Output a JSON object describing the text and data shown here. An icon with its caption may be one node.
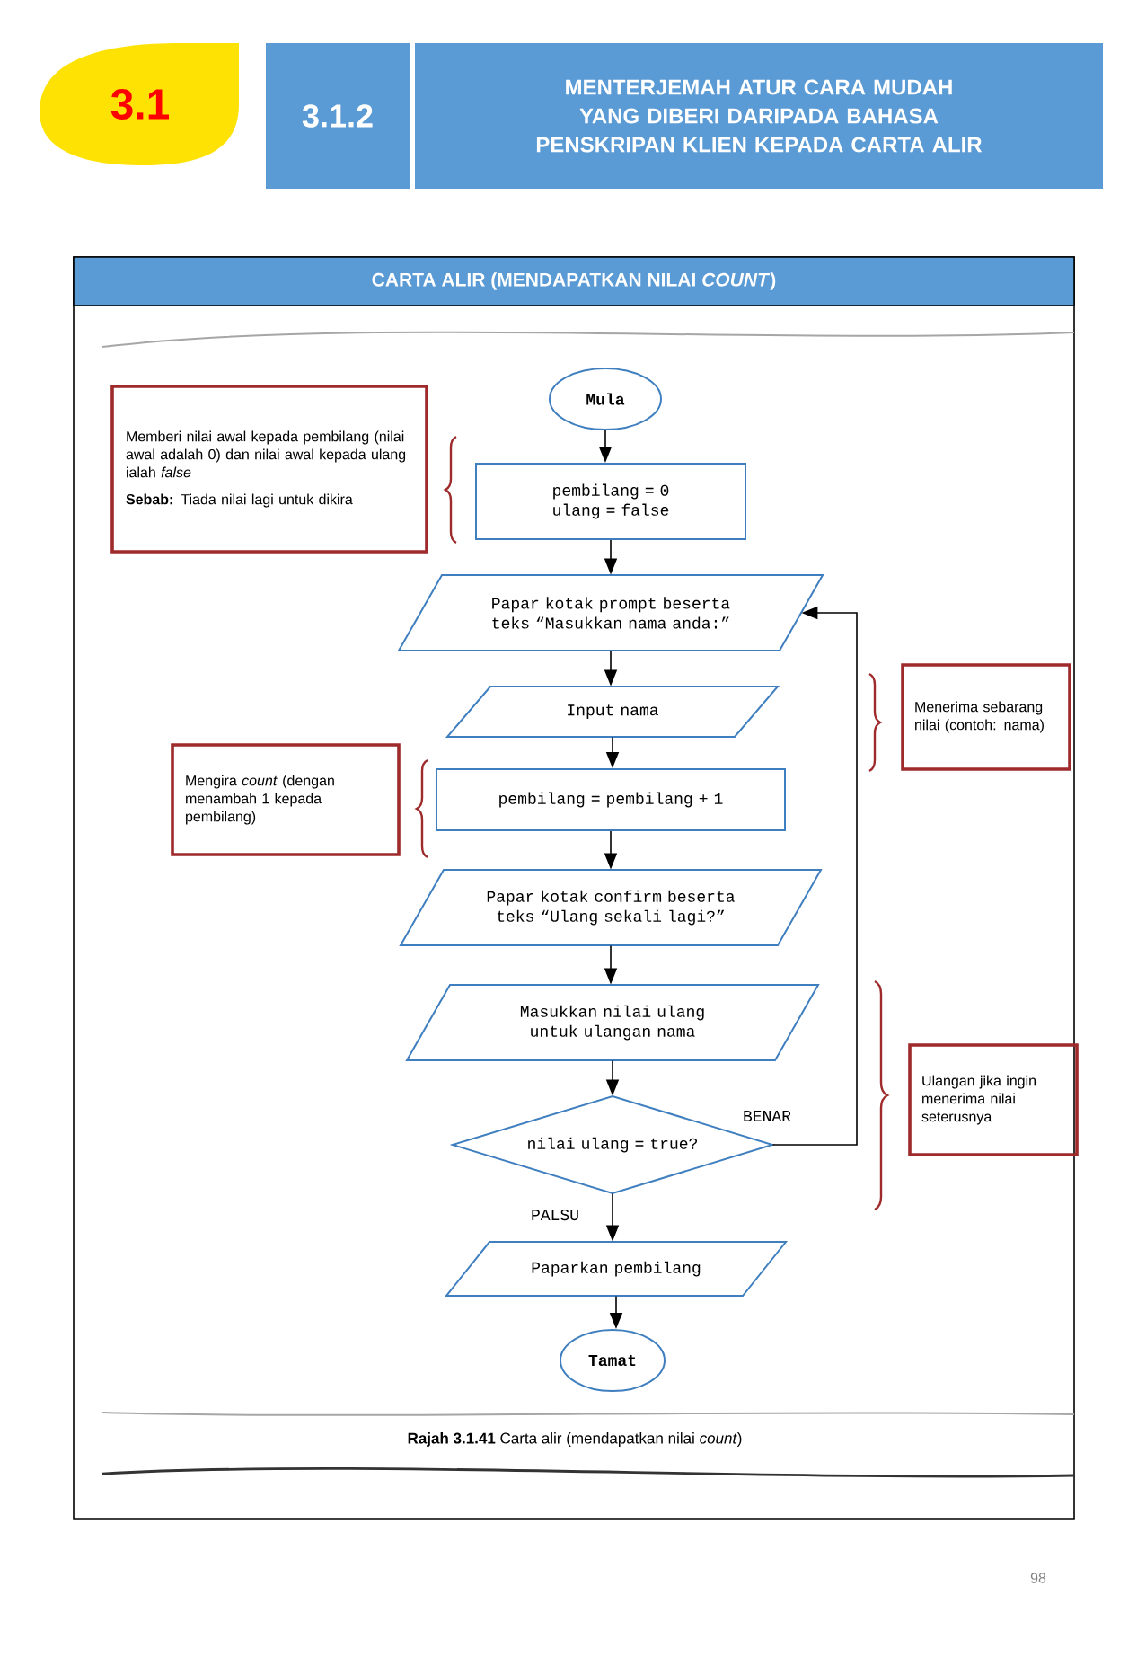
{
  "diagram": {
    "title": "MENTERJEMAH ATUR CARA MUDAH YANG DIBERI DARIPADA BAHASA PENSKRIPAN KLIEN KEPADA CARTA ALIR",
    "caption": "**Rajah 3.1.41** Carta alir (mendapatkan nilai *count*)",
    "nodes": [
      {
        "text": [
          "3.1"
        ]
      },
      {
        "text": [
          "3.1.2"
        ]
      },
      {
        "text": [
          "CARTA ALIR (MENDAPATKAN NILAI *COUNT*)"
        ]
      },
      {
        "text": [
          "Mula"
        ]
      },
      {
        "text": [
          "pembilang = 0 ulang = false"
        ]
      },
      {
        "text": [
          "Papar kotak prompt beserta teks “Masukkan nama anda:”"
        ]
      },
      {
        "text": [
          "Input nama"
        ]
      },
      {
        "text": [
          "pembilang = pembilang + 1"
        ]
      },
      {
        "text": [
          "Papar kotak confirm beserta teks “Ulang sekali lagi?”"
        ]
      },
      {
        "text": [
          "Masukkan nilai ulang untuk ulangan nama"
        ]
      },
      {
        "text": [
          "nilai ulang = true?"
        ]
      },
      {
        "text": [
          "Paparkan pembilang"
        ]
      },
      {
        "text": [
          "Tamat"
        ]
      },
      {
        "text": [
          "Memberi nilai awal kepada pembilang (nilai awal adalah 0) dan nilai awal kepada ulang ialah *false*",
          "**Sebab:** Tiada nilai lagi untuk dikira"
        ]
      },
      {
        "text": [
          "Menerima sebarang nilai (contoh: nama)"
        ]
      },
      {
        "text": [
          "Mengira *count* (dengan menambah 1 kepada pembilang)"
        ]
      },
      {
        "text": [
          "Ulangan jika ingin menerima nilai seterusnya"
        ]
      }
    ],
    "edges": [
      {
        "from": 3,
        "to": 4,
        "arrow": "to"
      },
      {
        "from": 4,
        "to": 5,
        "arrow": "to"
      },
      {
        "from": 5,
        "to": 6,
        "arrow": "to"
      },
      {
        "from": 6,
        "to": 7,
        "arrow": "to"
      },
      {
        "from": 7,
        "to": 8,
        "arrow": "to"
      },
      {
        "from": 8,
        "to": 9,
        "arrow": "to"
      },
      {
        "from": 9,
        "to": 10,
        "arrow": "to"
      },
      {
        "from": 10,
        "to": 11,
        "label": "PALSU",
        "arrow": "to"
      },
      {
        "from": 11,
        "to": 12,
        "arrow": "to"
      },
      {
        "from": 10,
        "to": 5,
        "label": "BENAR",
        "arrow": "to"
      }
    ],
    "labels": [
      "98"
    ]
  }
}
